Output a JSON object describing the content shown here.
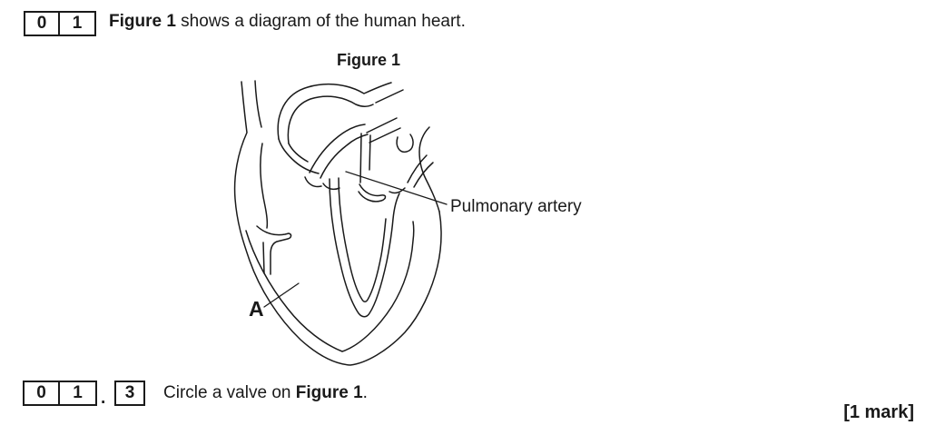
{
  "colors": {
    "ink": "#1a1a1a",
    "background": "#ffffff"
  },
  "header": {
    "question_number": [
      "0",
      "1"
    ],
    "intro_bold": "Figure 1",
    "intro_rest": " shows a diagram of the human heart."
  },
  "figure": {
    "caption": "Figure 1",
    "labels": {
      "pulmonary_artery": "Pulmonary artery",
      "part_a": "A"
    }
  },
  "subquestion": {
    "question_number": [
      "0",
      "1"
    ],
    "separator": ".",
    "part_number": "3",
    "prompt_before": "Circle a valve on ",
    "prompt_figure_ref": "Figure 1",
    "prompt_after": ".",
    "marks_label": "[1 mark]"
  }
}
